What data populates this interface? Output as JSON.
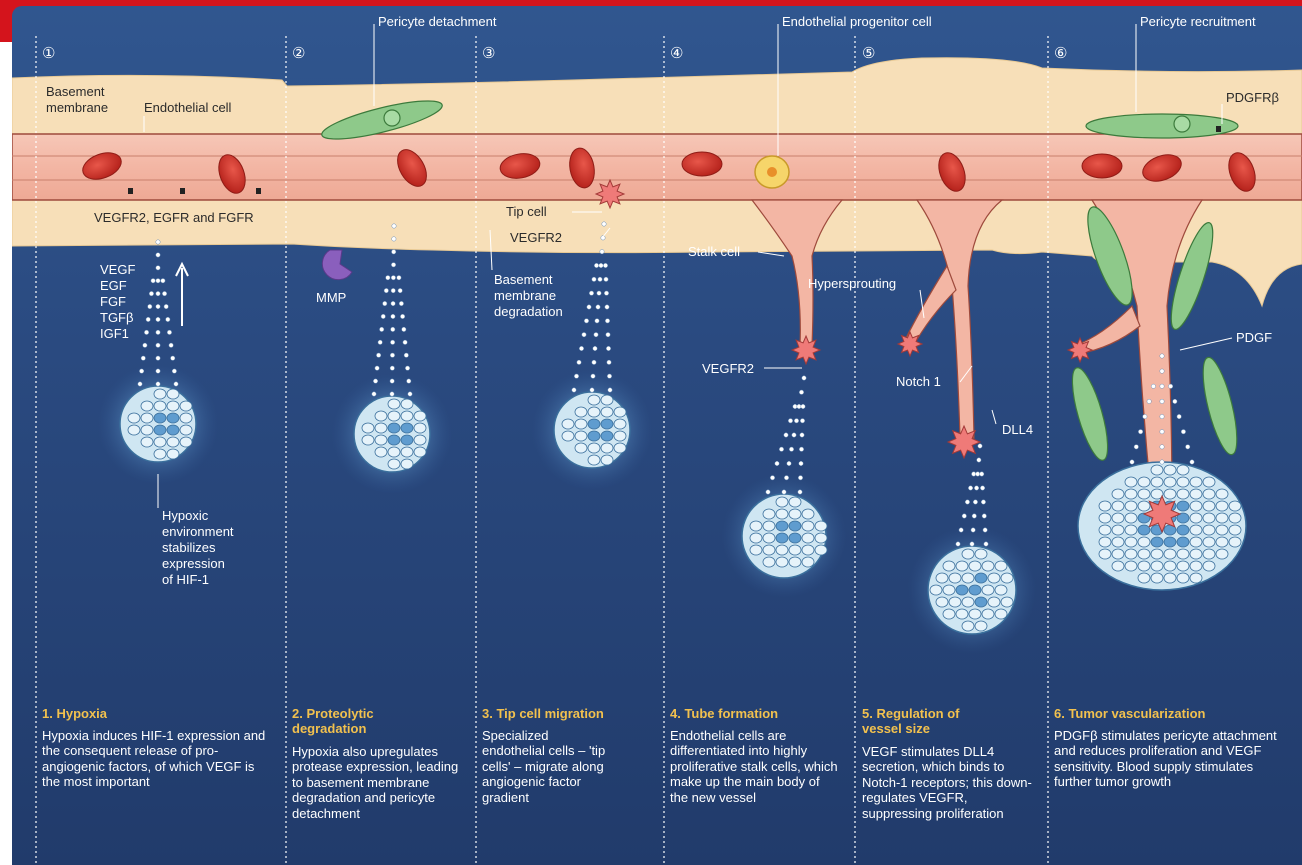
{
  "step_numbers": [
    "①",
    "②",
    "③",
    "④",
    "⑤",
    "⑥"
  ],
  "top_labels": {
    "pericyte_detachment": "Pericyte detachment",
    "endothelial_progenitor": "Endothelial progenitor cell",
    "pericyte_recruitment": "Pericyte recruitment"
  },
  "labels": {
    "basement_membrane_1": "Basement",
    "basement_membrane_2": "membrane",
    "endothelial_cell": "Endothelial cell",
    "pdgfrb": "PDGFRβ",
    "receptors": "VEGFR2, EGFR and FGFR",
    "factors": [
      "VEGF",
      "EGF",
      "FGF",
      "TGFβ",
      "IGF1"
    ],
    "mmp": "MMP",
    "tip_cell": "Tip cell",
    "vegfr2_a": "VEGFR2",
    "bm_degradation": [
      "Basement",
      "membrane",
      "degradation"
    ],
    "stalk_cell": "Stalk cell",
    "vegfr2_b": "VEGFR2",
    "hypersprouting": "Hypersprouting",
    "notch1": "Notch 1",
    "dll4": "DLL4",
    "pdgf": "PDGF",
    "hypoxic": [
      "Hypoxic",
      "environment",
      "stabilizes",
      "expression",
      "of HIF-1"
    ]
  },
  "captions": [
    {
      "title": "1. Hypoxia",
      "body": "Hypoxia induces HIF-1 expression and the consequent release of pro-angiogenic factors, of which VEGF is the most important"
    },
    {
      "title": "2. Proteolytic degradation",
      "body": "Hypoxia also upregulates protease expression, leading to basement membrane degradation and pericyte detachment"
    },
    {
      "title": "3. Tip cell migration",
      "body": "Specialized endothelial cells – 'tip cells' – migrate along angiogenic factor gradient"
    },
    {
      "title": "4. Tube formation",
      "body": "Endothelial cells are differentiated into highly proliferative stalk cells, which make up the main body of the new vessel"
    },
    {
      "title": "5. Regulation of vessel size",
      "body": "VEGF stimulates DLL4 secretion, which binds to Notch-1 receptors; this down-regulates VEGFR, suppressing proliferation"
    },
    {
      "title": "6. Tumor vascularization",
      "body": "PDGFβ stimulates pericyte attachment and reduces proliferation and VEGF sensitivity. Blood supply stimulates further tumor growth"
    }
  ],
  "colors": {
    "background": "#2a4a80",
    "header_bar": "#d4141c",
    "membrane": "#f7dfb8",
    "vessel": "#f2b8a6",
    "red_cell": "#d0362c",
    "pericyte": "#8ec98a",
    "tumor": "#cfe6f2",
    "caption_title": "#f2c14e"
  }
}
